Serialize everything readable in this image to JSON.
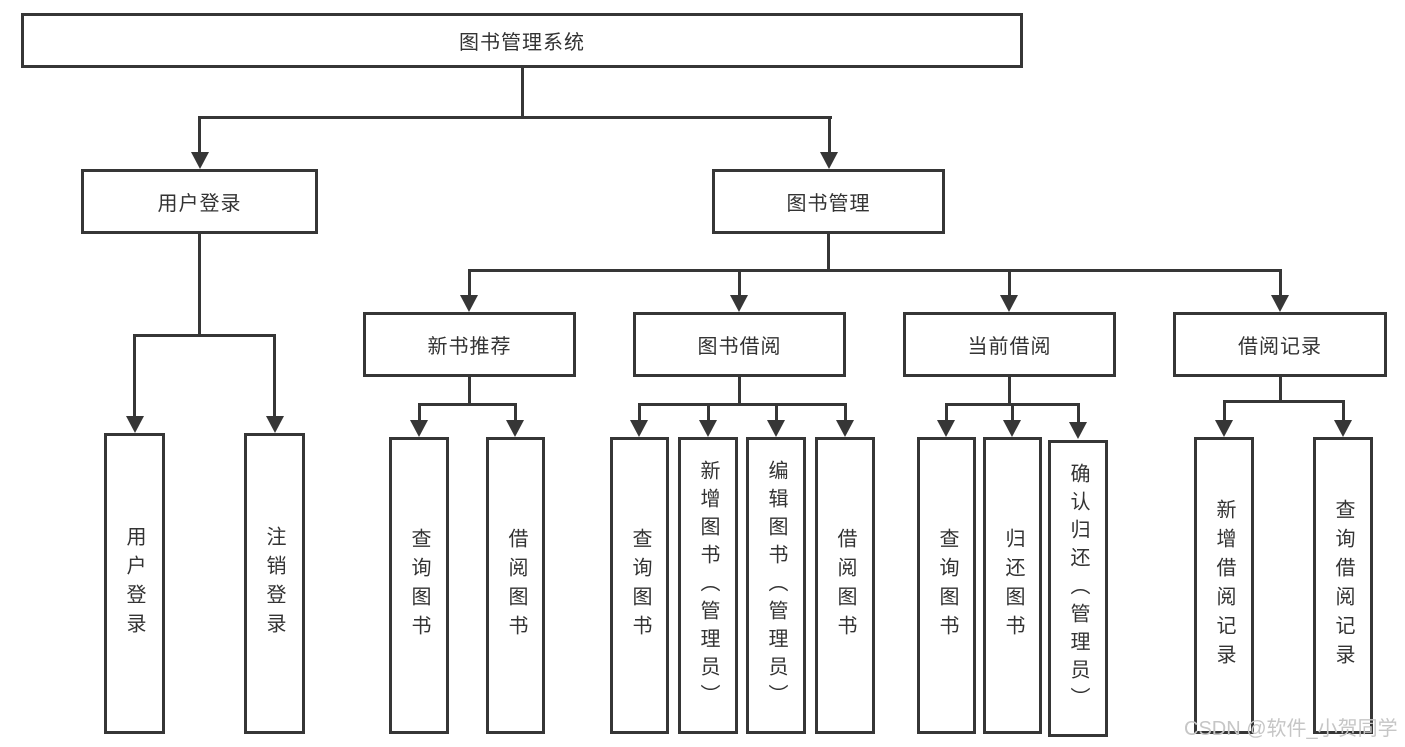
{
  "diagram": {
    "root": {
      "label": "图书管理系统"
    },
    "level2": {
      "user_login": {
        "label": "用户登录"
      },
      "book_management": {
        "label": "图书管理"
      }
    },
    "user_login_children": {
      "login": {
        "label": "用户登录"
      },
      "logout": {
        "label": "注销登录"
      }
    },
    "book_management_children": {
      "new_book_recommend": {
        "label": "新书推荐"
      },
      "book_borrow": {
        "label": "图书借阅"
      },
      "current_borrow": {
        "label": "当前借阅"
      },
      "borrow_records": {
        "label": "借阅记录"
      }
    },
    "new_book_recommend_children": {
      "query_books": {
        "label": "查询图书"
      },
      "borrow_books": {
        "label": "借阅图书"
      }
    },
    "book_borrow_children": {
      "query_books": {
        "label": "查询图书"
      },
      "add_books": {
        "label": "新增图书（管理员）"
      },
      "edit_books": {
        "label": "编辑图书（管理员）"
      },
      "borrow_books": {
        "label": "借阅图书"
      }
    },
    "current_borrow_children": {
      "query_books": {
        "label": "查询图书"
      },
      "return_books": {
        "label": "归还图书"
      },
      "confirm_return": {
        "label": "确认归还（管理员）"
      }
    },
    "borrow_records_children": {
      "add_record": {
        "label": "新增借阅记录"
      },
      "query_record": {
        "label": "查询借阅记录"
      }
    },
    "watermark": "CSDN @软件_小贺同学",
    "colors": {
      "line": "#363636",
      "text": "#333333",
      "watermark": "#c6c6c6",
      "background": "#ffffff"
    }
  }
}
